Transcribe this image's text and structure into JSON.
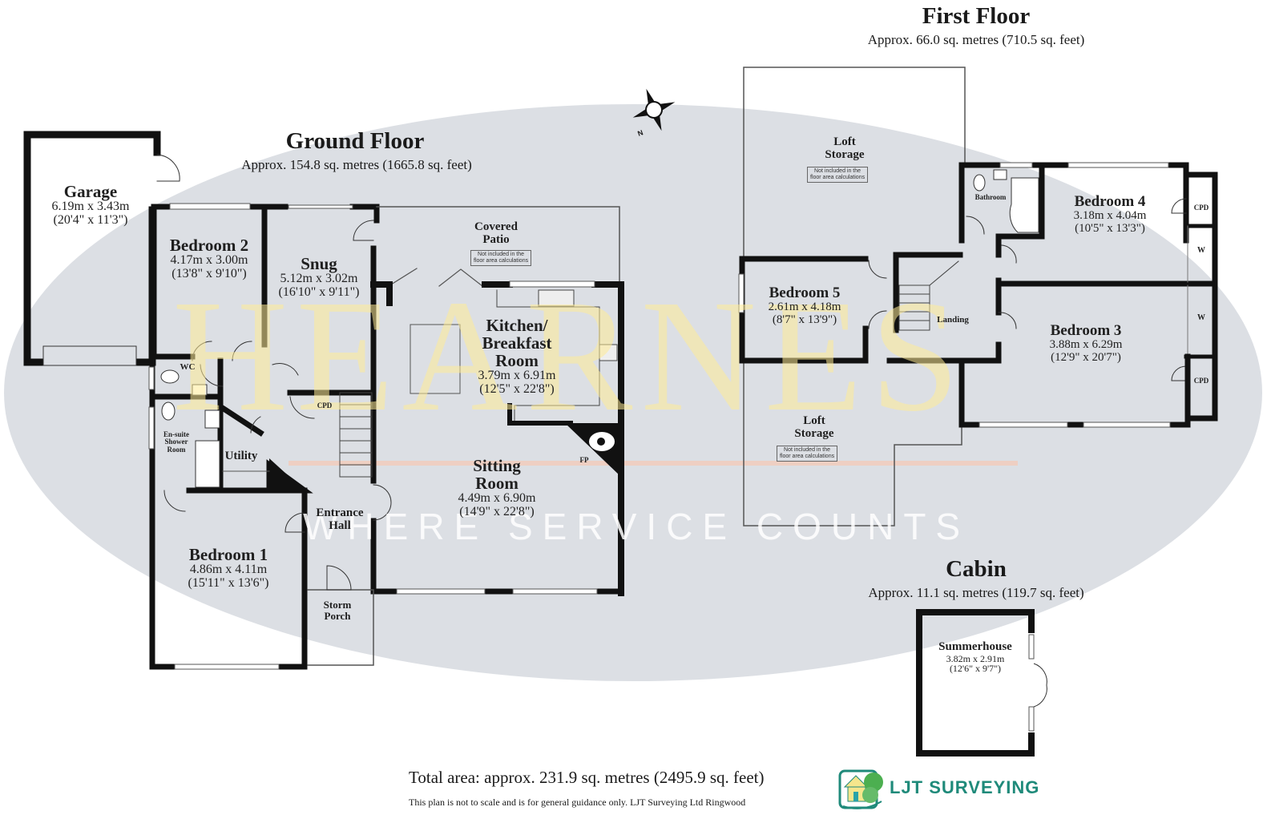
{
  "watermark": {
    "brand": "HEARNES",
    "tagline": "WHERE SERVICE COUNTS"
  },
  "compass": {
    "label": "N",
    "icon": "compass-rose-icon"
  },
  "floors": {
    "ground": {
      "title": "Ground Floor",
      "area": "Approx. 154.8 sq. metres (1665.8 sq. feet)",
      "rooms": {
        "garage": {
          "name": "Garage",
          "metric": "6.19m x 3.43m",
          "imperial": "(20'4\" x 11'3\")"
        },
        "bedroom2": {
          "name": "Bedroom 2",
          "metric": "4.17m x 3.00m",
          "imperial": "(13'8\" x 9'10\")"
        },
        "snug": {
          "name": "Snug",
          "metric": "5.12m x 3.02m",
          "imperial": "(16'10\" x 9'11\")"
        },
        "covered_patio": {
          "name_line1": "Covered",
          "name_line2": "Patio",
          "note_line1": "Not included in the",
          "note_line2": "floor area calculations"
        },
        "kitchen": {
          "name_line1": "Kitchen/",
          "name_line2": "Breakfast",
          "name_line3": "Room",
          "metric": "3.79m x 6.91m",
          "imperial": "(12'5\" x 22'8\")"
        },
        "wc": {
          "name": "WC"
        },
        "ensuite": {
          "name_line1": "En-suite",
          "name_line2": "Shower",
          "name_line3": "Room"
        },
        "utility": {
          "name": "Utility"
        },
        "cpd": {
          "name": "CPD"
        },
        "sitting": {
          "name_line1": "Sitting",
          "name_line2": "Room",
          "metric": "4.49m x 6.90m",
          "imperial": "(14'9\" x 22'8\")",
          "fp": "FP"
        },
        "entrance": {
          "name_line1": "Entrance",
          "name_line2": "Hall"
        },
        "bedroom1": {
          "name": "Bedroom 1",
          "metric": "4.86m x 4.11m",
          "imperial": "(15'11\" x 13'6\")"
        },
        "porch": {
          "name_line1": "Storm",
          "name_line2": "Porch"
        }
      }
    },
    "first": {
      "title": "First Floor",
      "area": "Approx. 66.0 sq. metres (710.5 sq. feet)",
      "rooms": {
        "loft_top": {
          "name_line1": "Loft",
          "name_line2": "Storage",
          "note_line1": "Not included in the",
          "note_line2": "floor area calculations"
        },
        "loft_bottom": {
          "name_line1": "Loft",
          "name_line2": "Storage",
          "note_line1": "Not included in the",
          "note_line2": "floor area calculations"
        },
        "bathroom": {
          "name": "Bathroom"
        },
        "bedroom4": {
          "name": "Bedroom 4",
          "metric": "3.18m x 4.04m",
          "imperial": "(10'5\" x 13'3\")"
        },
        "bedroom5": {
          "name": "Bedroom 5",
          "metric": "2.61m x 4.18m",
          "imperial": "(8'7\" x 13'9\")"
        },
        "landing": {
          "name": "Landing"
        },
        "bedroom3": {
          "name": "Bedroom 3",
          "metric": "3.88m x 6.29m",
          "imperial": "(12'9\" x 20'7\")"
        },
        "cpd_top": {
          "name": "CPD"
        },
        "w_top": {
          "name": "W"
        },
        "w_bottom": {
          "name": "W"
        },
        "cpd_bottom": {
          "name": "CPD"
        }
      }
    },
    "cabin": {
      "title": "Cabin",
      "area": "Approx. 11.1 sq. metres (119.7 sq. feet)",
      "rooms": {
        "summerhouse": {
          "name": "Summerhouse",
          "metric": "3.82m x 2.91m",
          "imperial": "(12'6\" x 9'7\")"
        }
      }
    }
  },
  "footer": {
    "total": "Total area: approx. 231.9 sq. metres (2495.9 sq. feet)",
    "disclaimer": "This plan is not to scale and is for general guidance only. LJT Surveying Ltd Ringwood",
    "brand": "LJT SURVEYING",
    "brand_color": "#1f8a7a",
    "logo_icon": "house-tree-logo-icon"
  },
  "colors": {
    "wall": "#111111",
    "ellipse": "#dcdfe4",
    "watermark_gold": "#fff0b4"
  }
}
